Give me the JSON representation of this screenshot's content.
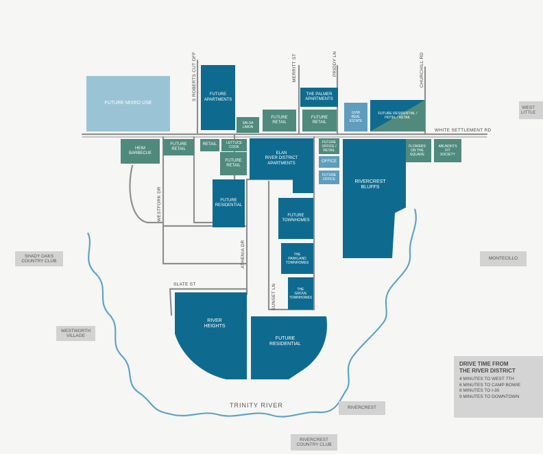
{
  "map": {
    "blocks": {
      "future_mixed_use": "FUTURE MIXED USE",
      "future_apartments": "FUTURE\nAPARTMENTS",
      "salsa_limon": "SALSA\nLIMON",
      "future_retail_a": "FUTURE\nRETAIL",
      "the_palmer": "THE PALMER\nAPARTMENTS",
      "future_retail_b": "FUTURE\nRETAIL",
      "gvw": "GVW\nREAL\nESTATE",
      "future_res_hotel": "FUTURE RESIDENTIAL /\nHOTEL / RETAIL",
      "heim": "HEIM\nBARBECUE",
      "future_retail_c": "FUTURE\nRETAIL",
      "retail": "RETAIL",
      "lettuce_cook": "LETTUCE\nCOOK",
      "future_retail_d": "FUTURE\nRETAIL",
      "elan": "ELAN\nRIVER DISTRICT\nAPARTMENTS",
      "future_office_retail": "FUTURE\nOFFICE /\nRETAIL",
      "office": "OFFICE",
      "future_office": "FUTURE\nOFFICE",
      "rivercrest_bluffs": "RIVERCREST\nBLUFFS",
      "flowers": "FLOWERS\nON THE\nSQUARE",
      "abundios": "ABUNDIO'S\nFIT\nSOCIETY",
      "future_residential_a": "FUTURE\nRESIDENTIAL",
      "future_townhomes": "FUTURE\nTOWNHOMES",
      "parkland": "THE\nPARKLAND\nTOWNHOMES",
      "grove": "THE\nGROVE\nTOWNHOMES",
      "river_heights": "RIVER\nHEIGHTS",
      "future_residential_b": "FUTURE\nRESIDENTIAL"
    },
    "streets": {
      "s_roberts_cut_off": "S ROBERTS CUT OFF",
      "merritt_st": "MERRITT ST",
      "priddy_ln": "PRIDDY LN",
      "churchill_rd": "CHURCHILL RD",
      "white_settlement_rd": "WHITE SETTLEMENT RD",
      "westfork_dr": "WESTFORK DR",
      "athenia_dr": "ATHENIA DR",
      "slate_st": "SLATE ST",
      "sunset_ln": "SUNSET LN"
    },
    "areas": {
      "shady_oaks": "SHADY OAKS\nCOUNTRY CLUB",
      "westworth_village": "WESTWORTH\nVILLAGE",
      "montecillo": "MONTECILLO",
      "rivercrest": "RIVERCREST",
      "rivercrest_cc": "RIVERCREST\nCOUNTRY CLUB",
      "west_little": "WEST\nLITTLE"
    },
    "river_label": "TRINITY RIVER",
    "drive_time": {
      "title": "DRIVE TIME FROM\nTHE RIVER DISTRICT",
      "items": [
        "4 MINUTES TO WEST 7TH",
        "6 MINUTES TO CAMP BOWIE",
        "8 MINUTES TO I-30",
        "9 MINUTES TO DOWNTOWN"
      ]
    },
    "colors": {
      "navy": "#0e6b8f",
      "green": "#4f8a7c",
      "light_blue": "#9ac4d6",
      "sky_blue": "#5f9dbd",
      "river": "#5fa3c6",
      "road": "#8f8f8f",
      "label_grey": "#d2d2d2",
      "background": "#f6f6f4"
    }
  }
}
